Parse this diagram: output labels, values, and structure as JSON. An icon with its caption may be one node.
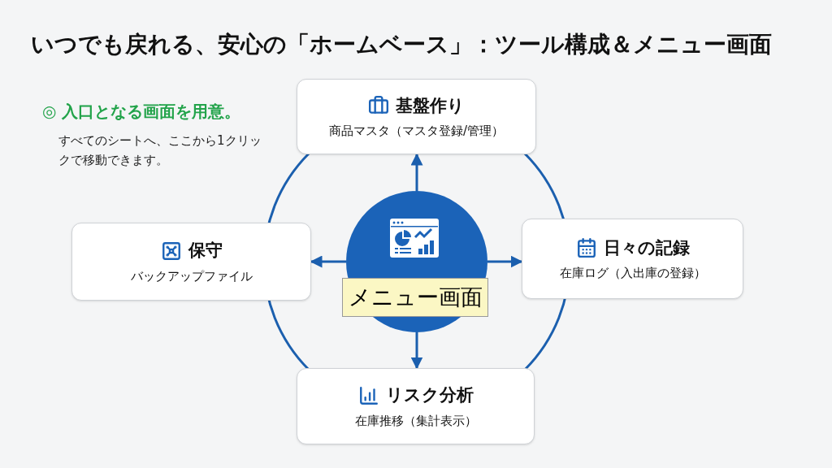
{
  "diagram": {
    "title": "いつでも戻れる、安心の「ホームベース」：ツール構成＆メニュー画面",
    "nodes": [
      {
        "text": [
          "メニュー画面"
        ]
      },
      {
        "text": [
          "基盤作り",
          "商品マスタ（マスタ登録/管理）"
        ]
      },
      {
        "text": [
          "日々の記録",
          "在庫ログ（入出庫の登録）"
        ]
      },
      {
        "text": [
          "リスク分析",
          "在庫推移（集計表示）"
        ]
      },
      {
        "text": [
          "保守",
          "バックアップファイル"
        ]
      }
    ],
    "edges": [
      {
        "from": 0,
        "to": 1,
        "arrow": "to"
      },
      {
        "from": 0,
        "to": 2,
        "arrow": "to"
      },
      {
        "from": 0,
        "to": 3,
        "arrow": "to"
      },
      {
        "from": 0,
        "to": 4,
        "arrow": "to"
      }
    ],
    "labels": [
      "◎ 入口となる画面を用意。",
      "すべてのシートへ、ここから1クリックで移動できます。"
    ]
  }
}
